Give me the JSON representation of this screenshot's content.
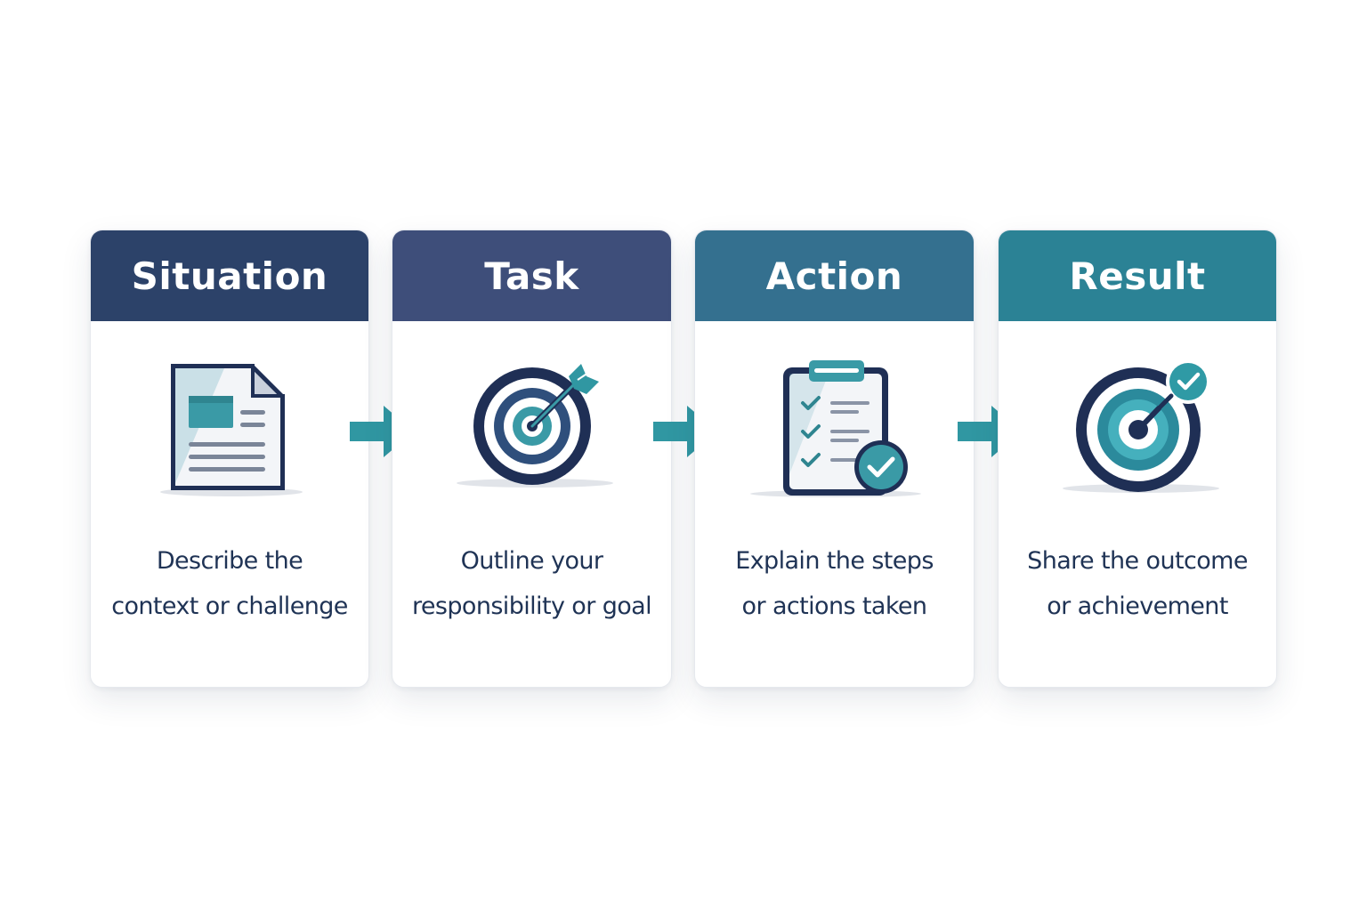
{
  "steps": [
    {
      "title": "Situation",
      "description_lines": [
        "Describe the",
        "context or challenge"
      ],
      "header_color": "#2c4269",
      "icon": "document-icon"
    },
    {
      "title": "Task",
      "description_lines": [
        "Outline your",
        "responsibility or goal"
      ],
      "header_color": "#3e4e7a",
      "icon": "target-arrow-icon"
    },
    {
      "title": "Action",
      "description_lines": [
        "Explain the steps",
        "or actions taken"
      ],
      "header_color": "#34708f",
      "icon": "checklist-clipboard-icon"
    },
    {
      "title": "Result",
      "description_lines": [
        "Share the outcome",
        "or achievement"
      ],
      "header_color": "#2b8295",
      "icon": "target-check-icon"
    }
  ],
  "colors": {
    "navy": "#1f2f55",
    "teal": "#2f9aa5",
    "teal_dark": "#2a8a96",
    "text": "#1f3355",
    "arrow": "#3097a2"
  }
}
